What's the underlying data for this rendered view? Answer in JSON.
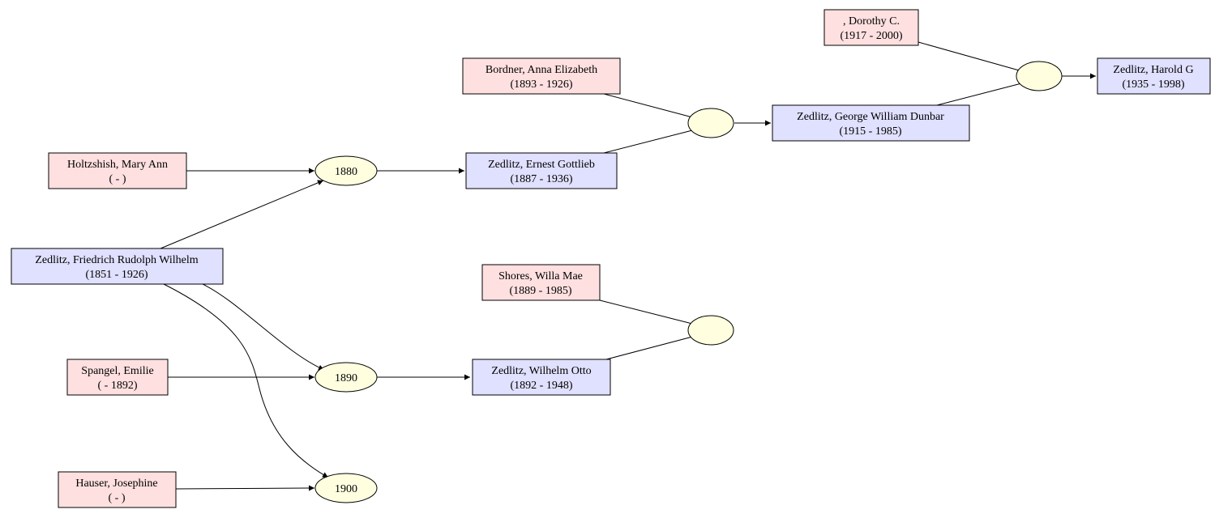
{
  "people": {
    "dorothy": {
      "name": ", Dorothy C.",
      "dates": "(1917 - 2000)",
      "sex": "female"
    },
    "harold": {
      "name": "Zedlitz, Harold G",
      "dates": "(1935 - 1998)",
      "sex": "male"
    },
    "anna": {
      "name": "Bordner, Anna Elizabeth",
      "dates": "(1893 - 1926)",
      "sex": "female"
    },
    "george": {
      "name": "Zedlitz, George William Dunbar",
      "dates": "(1915 - 1985)",
      "sex": "male"
    },
    "mary": {
      "name": "Holtzshish, Mary Ann",
      "dates": "( - )",
      "sex": "female"
    },
    "ernest": {
      "name": "Zedlitz, Ernest Gottlieb",
      "dates": "(1887 - 1936)",
      "sex": "male"
    },
    "friedrich": {
      "name": "Zedlitz, Friedrich Rudolph Wilhelm",
      "dates": "(1851 - 1926)",
      "sex": "male"
    },
    "willa": {
      "name": "Shores, Willa Mae",
      "dates": "(1889 - 1985)",
      "sex": "female"
    },
    "emilie": {
      "name": "Spangel, Emilie",
      "dates": "( - 1892)",
      "sex": "female"
    },
    "wilhelm": {
      "name": "Zedlitz, Wilhelm Otto",
      "dates": "(1892 - 1948)",
      "sex": "male"
    },
    "josephine": {
      "name": "Hauser, Josephine",
      "dates": "( - )",
      "sex": "female"
    }
  },
  "families": {
    "fam1880": {
      "label": "1880"
    },
    "fam1890": {
      "label": "1890"
    },
    "fam1900": {
      "label": "1900"
    },
    "famErnest": {
      "label": ""
    },
    "famGeorge": {
      "label": ""
    },
    "famWilhelm": {
      "label": ""
    }
  }
}
